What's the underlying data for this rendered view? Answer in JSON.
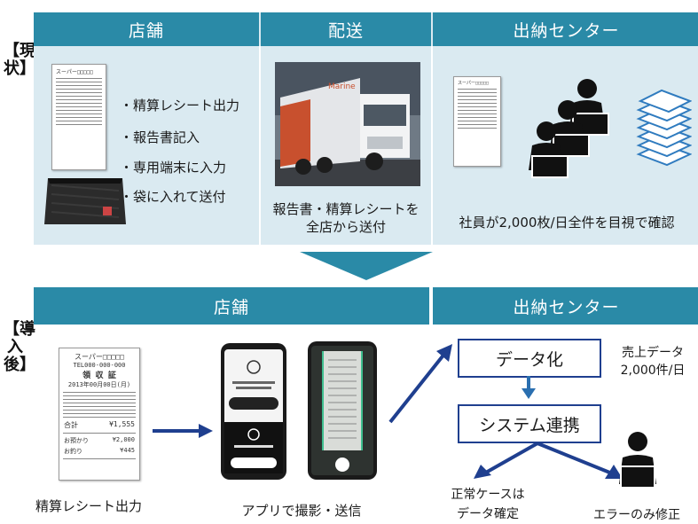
{
  "current": {
    "side_label": "【現状】",
    "headers": {
      "store": "店舗",
      "delivery": "配送",
      "center": "出納センター"
    },
    "store_bullets": [
      "・精算レシート出力",
      "・報告書記入",
      "・専用端末に入力",
      "・袋に入れて送付"
    ],
    "delivery_caption": [
      "報告書・精算レシートを",
      "全店から送付"
    ],
    "center_caption": "社員が2,000枚/日全件を目視で確認",
    "truck_logo": "Marine"
  },
  "after": {
    "side_label": "【導入後】",
    "headers": {
      "store": "店舗",
      "center": "出納センター"
    },
    "receipt": {
      "store": "スーパー□□□□□",
      "tel": "TEL000-000-000",
      "title": "領 収 証",
      "date": "2013年00月00日(月)",
      "total_label": "合計",
      "total": "¥1,555",
      "deposit_label": "お預かり",
      "deposit": "¥2,000",
      "change_label": "お釣り",
      "change": "¥445"
    },
    "receipt_caption": "精算レシート出力",
    "app_caption": "アプリで撮影・送信",
    "box_data": "データ化",
    "box_system": "システム連携",
    "sales_label": [
      "売上データ",
      "2,000件/日"
    ],
    "normal_case": [
      "正常ケースは",
      "データ確定"
    ],
    "error_fix": "エラーのみ修正"
  },
  "colors": {
    "header": "#2a8aa7",
    "panel": "#daeaf1",
    "arrow": "#1f3f8f"
  }
}
